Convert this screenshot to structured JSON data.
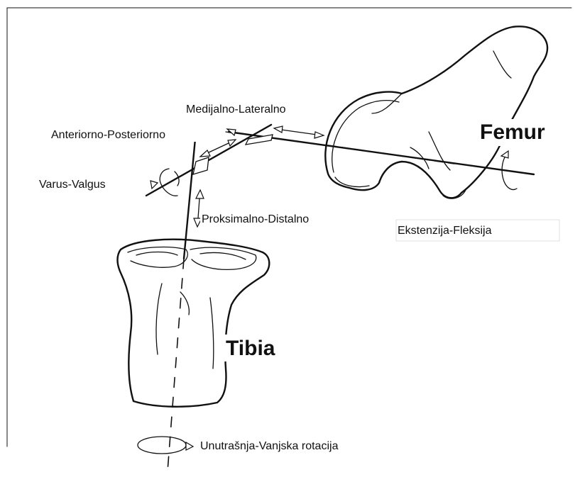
{
  "labels": {
    "medial_lateral": "Medijalno-Lateralno",
    "anterior_posterior": "Anteriorno-Posteriorno",
    "varus_valgus": "Varus-Valgus",
    "proximal_distal": "Proksimalno-Distalno",
    "extension_flexion": "Ekstenzija-Fleksija",
    "internal_external_rotation": "Unutrašnja-Vanjska rotacija",
    "femur": "Femur",
    "tibia": "Tibia"
  }
}
